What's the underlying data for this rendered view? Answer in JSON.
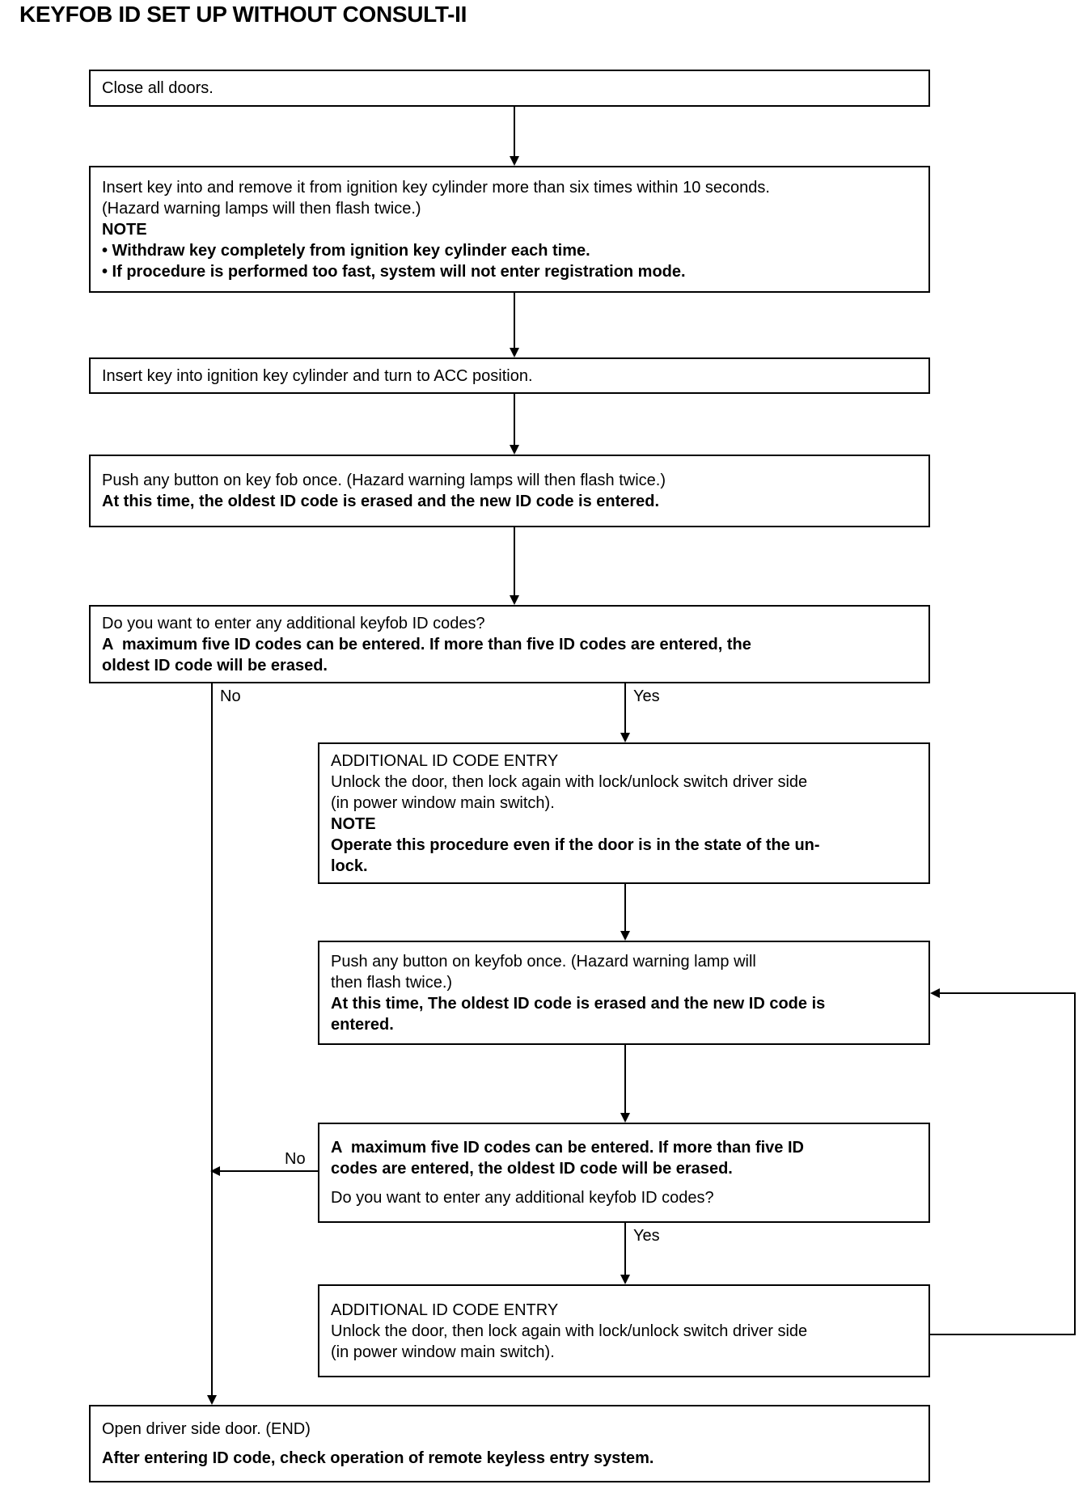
{
  "title": "KEYFOB ID SET UP WITHOUT CONSULT-II",
  "edge_labels": {
    "decision1_no": "No",
    "decision1_yes": "Yes",
    "decision2_no": "No",
    "decision2_yes": "Yes"
  },
  "nodes": {
    "close_doors": {
      "lines": [
        {
          "text": "Close all doors.",
          "bold": false
        }
      ]
    },
    "key_cycle": {
      "lines": [
        {
          "text": "Insert key into and remove it from ignition key cylinder more than six times within 10 seconds.",
          "bold": false
        },
        {
          "text": "(Hazard warning lamps will then flash twice.)",
          "bold": false
        },
        {
          "text": "NOTE",
          "bold": true
        },
        {
          "text": "• Withdraw key completely from ignition key cylinder each time.",
          "bold": true
        },
        {
          "text": "• If procedure is performed too fast, system will not enter registration mode.",
          "bold": true
        }
      ]
    },
    "key_acc": {
      "lines": [
        {
          "text": "Insert key into ignition key cylinder and turn to ACC position.",
          "bold": false
        }
      ]
    },
    "push_button_1": {
      "lines": [
        {
          "text": "Push any button on key fob once. (Hazard warning lamps will then flash twice.)",
          "bold": false
        },
        {
          "text": "At this time, the oldest ID code is erased and the new ID code is entered.",
          "bold": true
        }
      ]
    },
    "decision_1": {
      "lines": [
        {
          "text": "Do you want to enter any additional keyfob ID codes?",
          "bold": false
        },
        {
          "text": "A  maximum five ID codes can be entered. If more than five ID codes are entered, the",
          "bold": true
        },
        {
          "text": "oldest ID code will be erased.",
          "bold": true
        }
      ]
    },
    "additional_entry_1": {
      "lines": [
        {
          "text": "ADDITIONAL ID CODE ENTRY",
          "bold": false
        },
        {
          "text": "Unlock the door, then lock again with lock/unlock switch driver side",
          "bold": false
        },
        {
          "text": "(in power window main switch).",
          "bold": false
        },
        {
          "text": "NOTE",
          "bold": true
        },
        {
          "text": "Operate this procedure even if the door is in the state of the un-",
          "bold": true
        },
        {
          "text": "lock.",
          "bold": true
        }
      ]
    },
    "push_button_2": {
      "lines": [
        {
          "text": "Push any button on keyfob once. (Hazard warning lamp will",
          "bold": false
        },
        {
          "text": "then flash twice.)",
          "bold": false
        },
        {
          "text": "At this time, The oldest ID code is erased and the new ID code is",
          "bold": true
        },
        {
          "text": "entered.",
          "bold": true
        }
      ]
    },
    "decision_2": {
      "lines": [
        {
          "text": "A  maximum five ID codes can be entered. If more than five ID",
          "bold": true
        },
        {
          "text": "codes are entered, the oldest ID code will be erased.",
          "bold": true
        },
        {
          "text": "Do you want to enter any additional keyfob ID codes?",
          "bold": false
        }
      ]
    },
    "additional_entry_2": {
      "lines": [
        {
          "text": "ADDITIONAL ID CODE ENTRY",
          "bold": false
        },
        {
          "text": "Unlock the door, then lock again with lock/unlock switch driver side",
          "bold": false
        },
        {
          "text": "(in power window main switch).",
          "bold": false
        }
      ]
    },
    "end_step": {
      "lines": [
        {
          "text": "Open driver side door. (END)",
          "bold": false
        },
        {
          "text": "After entering ID code, check operation of remote keyless entry system.",
          "bold": true
        }
      ]
    }
  }
}
